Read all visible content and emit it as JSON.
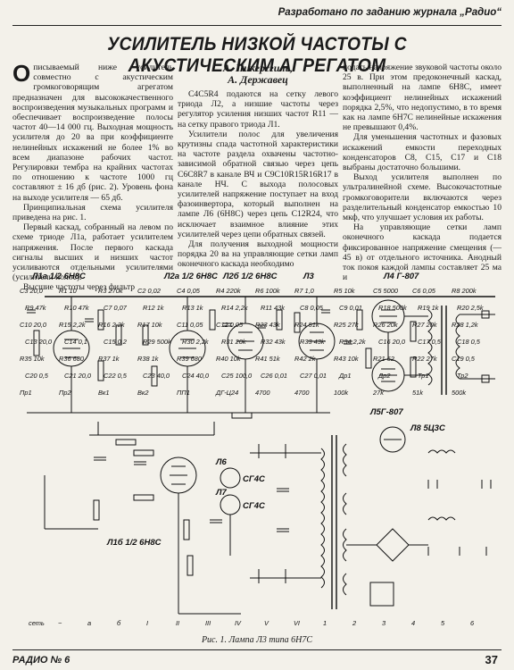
{
  "journal_note": "Разработано по заданию журнала „Радио“",
  "title": "УСИЛИТЕЛЬ НИЗКОЙ ЧАСТОТЫ С АКУСТИЧЕСКИМ АГРЕГАТОМ",
  "authors": [
    "А. Пикерсгиль,",
    "А. Державец"
  ],
  "column1": {
    "drop_cap": "О",
    "paragraphs": [
      "писываемый ниже усилитель совместно с акустическим громкоговорящим агрегатом предназначен для высококачественного воспроизведения музыкальных программ и обеспечивает воспроизведение полосы частот 40—14 000 гц. Выходная мощность усилителя до 20 ва при коэффициенте нелинейных искажений не более 1% во всем диапазоне рабочих частот. Регулировки тембра на крайних частотах по отношению к частоте 1000 гц составляют ± 16 дб (рис. 2). Уровень фона на выходе усилителя — 65 дб.",
      "Принципиальная схема усилителя приведена на рис. 1.",
      "Первый каскад, собранный на левом по схеме триоде Л1а, работает усилителем напряжения. После первого каскада сигналы высших и низших частот усиливаются отдельными усилителями (усилители полос).",
      "Высшие частоты через фильтр"
    ]
  },
  "column2": {
    "paragraphs": [
      "C4C5R4 подаются на сетку левого триода Л2, а низшие частоты через регулятор усиления низших частот R11 — на сетку правого триода Л1.",
      "Усилители полос для увеличения крутизны спада частотной характеристики на частоте раздела охвачены частотно-зависимой обратной связью через цепь C6C8R7 в канале ВЧ и C9C10R15R16R17 в канале НЧ. С выхода полосовых усилителей напряжение поступает на вход фазоинвертора, который выполнен на лампе Л6 (6Н8С) через цепь C12R24, что исключает взаимное влияние этих усилителей через цепи обратных связей.",
      "Для получения выходной мощности порядка 20 ва на управляющие сетки ламп оконечного каскада необходимо"
    ]
  },
  "column3": {
    "paragraphs": [
      "подать напряжение звуковой частоты около 25 в. При этом предоконечный каскад, выполненный на лампе 6Н8С, имеет коэффициент нелинейных искажений порядка 2,5%, что недопустимо, в то время как на лампе 6Н7С нелинейные искажения не превышают 0,4%.",
      "Для уменьшения частотных и фазовых искажений емкости переходных конденсаторов C8, C15, C17 и C18 выбраны достаточно большими.",
      "Выход усилителя выполнен по ультралинейной схеме. Высокочастотные громкоговорители включаются через разделительный конденсатор емкостью 10 мкф, что улучшает условия их работы.",
      "На управляющие сетки ламп оконечного каскада подается фиксированное напряжение смещения (—45 в) от отдельного источника. Анодный ток покоя каждой лампы составляет 25 ма и"
    ]
  },
  "schematic": {
    "tube_labels": [
      "Л1а 1/2 6Н8С",
      "Л2а 1/2 6Н8С",
      "Л2б 1/2 6Н8С",
      "Л3",
      "Л4 Г-807",
      "Л5Г-807",
      "Л6",
      "СГ4С",
      "Л7",
      "СГ4С",
      "Л1б 1/2 6Н8С",
      "Л8 5Ц3С"
    ],
    "components": [
      "C3 20,0",
      "R1 10",
      "R3 270k",
      "C2 0,02",
      "C4 0,05",
      "R4 220k",
      "R6 100k",
      "R7 1,0",
      "R5 10k",
      "C5 5000",
      "C6 0,05",
      "R8 200k",
      "R9 47k",
      "R10 47k",
      "C7 0,07",
      "R12 1k",
      "R13 1k",
      "R14 2,2k",
      "R11 43k",
      "C8 0,05",
      "C9 0,01",
      "R18 500k",
      "R19 1k",
      "R20 2,5k",
      "C10 20,0",
      "R15 2,2k",
      "R16 2,2k",
      "R17 10k",
      "C11 0,05",
      "C12 0,05",
      "R23 43k",
      "R24 51k",
      "R25 27k",
      "R26 20k",
      "R27 20k",
      "R28 1,2k",
      "C13 20,0",
      "C14 0,1",
      "C15 0,2",
      "R29 500k",
      "R30 2,2k",
      "R31 20k",
      "R32 43k",
      "R33 43k",
      "R34 2,2k",
      "C16 20,0",
      "C17 0,5",
      "C18 0,5",
      "R35 10k",
      "R36 680",
      "R37 1k",
      "R38 1k",
      "R39 680",
      "R40 10k",
      "R41 51k",
      "R42 2k",
      "R43 10k",
      "R21 62",
      "R22 27k",
      "C19 0,5",
      "C20 0,5",
      "C21 20,0",
      "C22 0,5",
      "C23 40,0",
      "C24 40,0",
      "C25 100,0",
      "C26 0,01",
      "C27 0,01",
      "Др1",
      "Др2",
      "Тр1",
      "Тр2",
      "Пр1",
      "Пр2",
      "Вк1",
      "Вк2",
      "ПП1",
      "ДГ-Ц24",
      "4700",
      "4700",
      "100k",
      "27k",
      "51k",
      "500k"
    ],
    "labels_misc": [
      "сеть",
      "~",
      "a",
      "б",
      "I",
      "II",
      "III",
      "IV",
      "V",
      "VI",
      "1",
      "2",
      "3",
      "4",
      "5",
      "6"
    ]
  },
  "figure_caption": "Рис. 1. Лампа Л3 типа 6Н7С",
  "footer": {
    "left": "РАДИО № 6",
    "right": "37"
  }
}
